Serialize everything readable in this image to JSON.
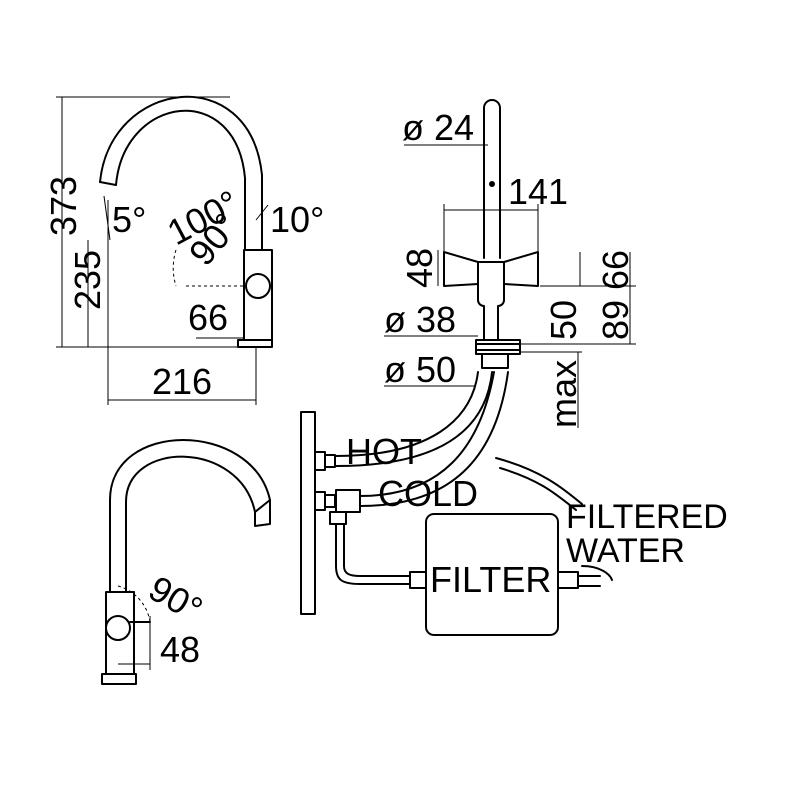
{
  "dimensions": {
    "height_total": "373",
    "height_spout": "235",
    "angle_tilt": "5°",
    "angle_sweep": "100°",
    "angle_lever_side": "90°",
    "angle_tip": "10°",
    "handle_offset": "66",
    "reach": "216",
    "spout_diameter": "ø 24",
    "handle_span": "141",
    "handle_height": "48",
    "handle_top": "66",
    "body_height": "89",
    "body_diameter": "ø 38",
    "body_lower": "50",
    "base_diameter": "ø 50",
    "deck_thickness": "max",
    "lever_angle_front": "90°",
    "lever_length": "48"
  },
  "connections": {
    "hot": "HOT",
    "cold": "COLD",
    "filtered_water_line1": "FILTERED",
    "filtered_water_line2": "WATER",
    "filter": "FILTER"
  }
}
